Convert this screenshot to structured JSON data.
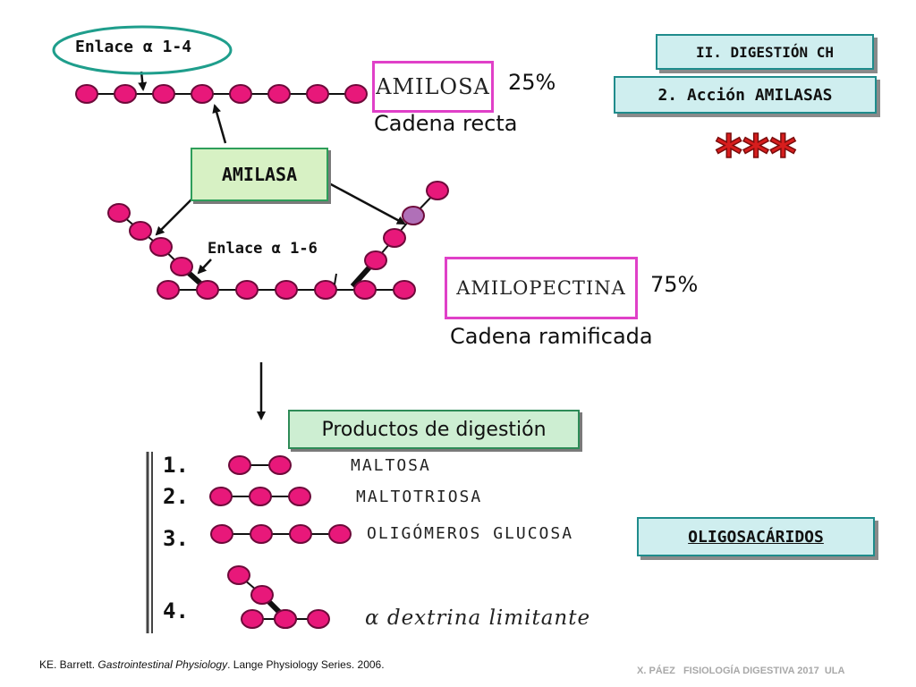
{
  "header": {
    "section_title": "II. DIGESTIÓN CH",
    "subtitle": "2. Acción AMILASAS",
    "stars": "***"
  },
  "top": {
    "enlace_14": "Enlace α 1-4",
    "amilasa_label": "AMILASA",
    "enlace_16": "Enlace α 1-6",
    "amilosa_box": "AMILOSA",
    "amilosa_pct": "25%",
    "amilosa_desc": "Cadena recta",
    "amilopectina_box": "AMILOPECTINA",
    "amilopectina_pct": "75%",
    "amilopectina_desc": "Cadena ramificada"
  },
  "products": {
    "title": "Productos de digestión",
    "items": [
      {
        "num": "1.",
        "name": "MALTOSA"
      },
      {
        "num": "2.",
        "name": "MALTOTRIOSA"
      },
      {
        "num": "3.",
        "name": "OLIGÓMEROS GLUCOSA"
      },
      {
        "num": "4.",
        "name": "α dextrina limitante"
      }
    ],
    "oligo_label": "OLIGOSACÁRIDOS"
  },
  "footer": {
    "ref_author": "KE. Barrett. ",
    "ref_title": "Gastrointestinal Physiology",
    "ref_rest": ". Lange Physiology Series. 2006.",
    "course": "X. PÁEZ   FISIOLOGÍA DIGESTIVA 2017  ULA"
  },
  "colors": {
    "bead": "#e8187a",
    "bead_dark": "#6d0a3a",
    "bead_violet": "#b070b8",
    "teal": "#1f8c8c",
    "pink_frame": "#e040c8",
    "stars": "#d71d1d"
  }
}
